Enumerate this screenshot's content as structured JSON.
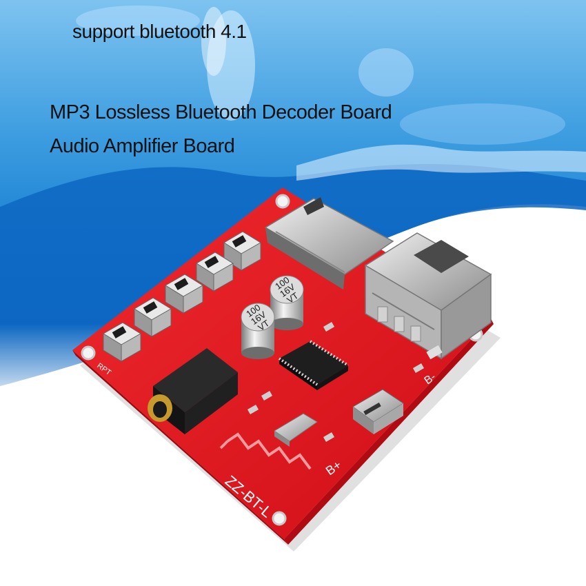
{
  "headlines": {
    "support": "support bluetooth 4.1",
    "line1": "MP3 Lossless Bluetooth Decoder Board",
    "line2": "Audio Amplifier Board"
  },
  "board": {
    "silkscreen_model": "ZZ-BT-L",
    "silkscreen_b_plus": "B+",
    "silkscreen_b_minus": "B-",
    "silkscreen_rpt": "RPT",
    "capacitor_1": {
      "value": "100",
      "voltage": "16V",
      "brand": "VT"
    },
    "capacitor_2": {
      "value": "100",
      "voltage": "16V",
      "brand": "VT"
    }
  },
  "colors": {
    "pcb_red": "#e0141c",
    "sky_blue": "#2b8fd8",
    "deep_blue": "#0b5fb4"
  }
}
